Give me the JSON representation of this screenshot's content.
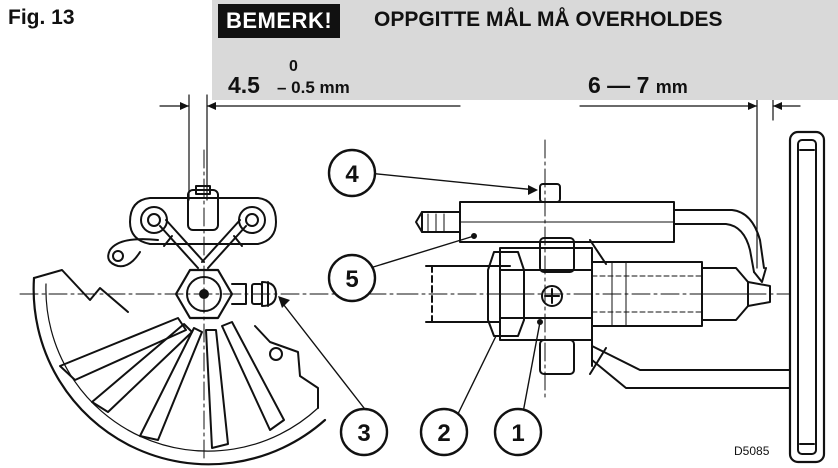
{
  "figure_label": "Fig. 13",
  "notice": {
    "badge": "BEMERK!",
    "text": "OPPGITTE MÅL MÅ OVERHOLDES"
  },
  "dimension_left": {
    "nominal": "4.5",
    "upper_tolerance": "0",
    "lower_tolerance": "– 0.5 mm"
  },
  "dimension_right": {
    "range": "6 — 7",
    "unit": "mm"
  },
  "callouts": [
    "4",
    "5",
    "3",
    "2",
    "1"
  ],
  "drawing_code": "D5085"
}
